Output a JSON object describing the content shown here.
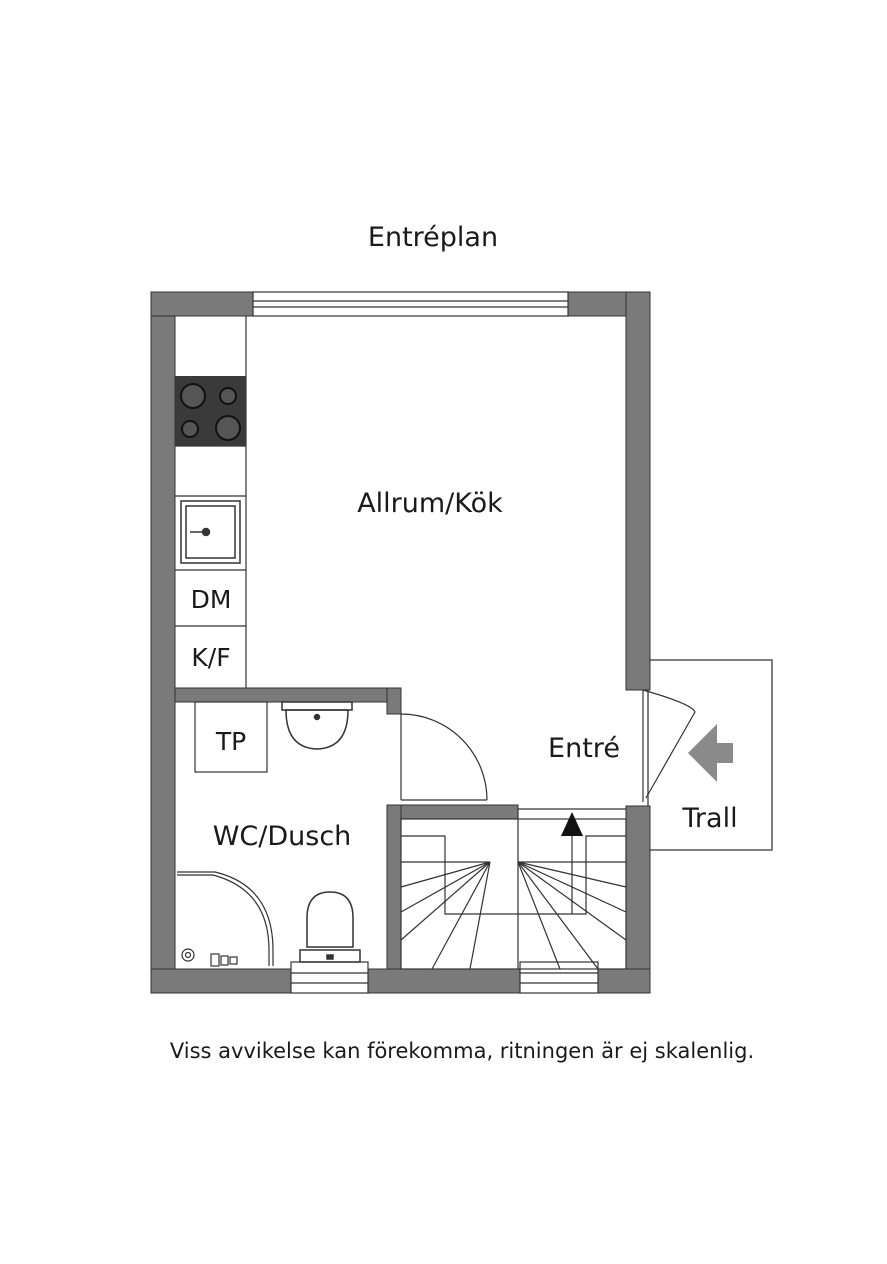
{
  "plan": {
    "title": "Entréplan",
    "disclaimer": "Viss avvikelse kan förekomma, ritningen är ej skalenlig.",
    "rooms": {
      "living_kitchen": "Allrum/Kök",
      "entrance": "Entré",
      "bathroom": "WC/Dusch",
      "deck": "Trall"
    },
    "fixtures": {
      "dishwasher": "DM",
      "fridge_freezer": "K/F",
      "washer": "TP"
    },
    "colors": {
      "wall": "#7a7a7a",
      "wall_outline": "#333333",
      "hob": "#3a3a3a",
      "arrow": "#8a8a8a"
    }
  }
}
